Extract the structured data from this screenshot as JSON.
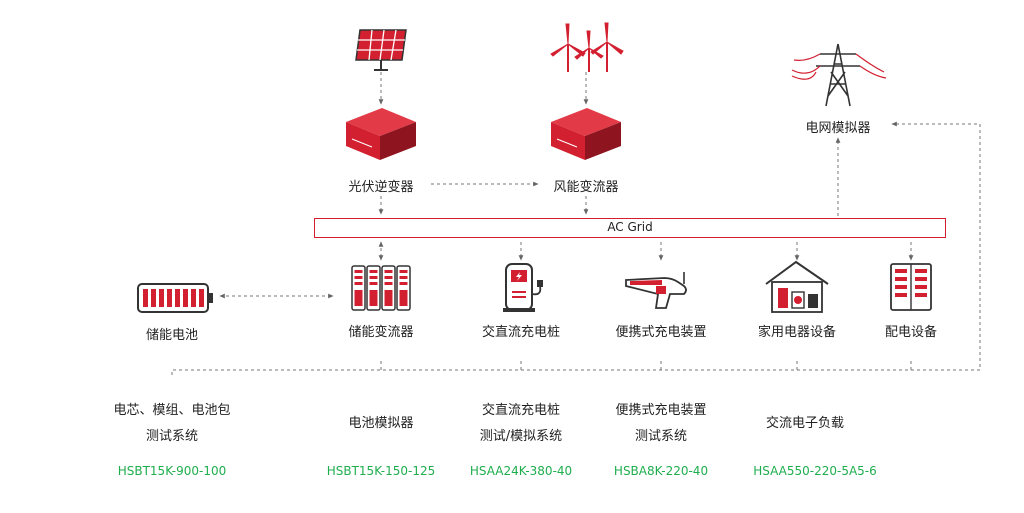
{
  "colors": {
    "accent": "#d32030",
    "dark": "#333333",
    "model_text": "#1fae4e",
    "connector": "#777777"
  },
  "grid": {
    "label": "AC Grid"
  },
  "sources": [
    {
      "icon": "solar-panel-icon",
      "device_icon": "inverter-box-icon",
      "label": "光伏逆变器"
    },
    {
      "icon": "wind-turbine-icon",
      "device_icon": "converter-box-icon",
      "label": "风能变流器"
    }
  ],
  "grid_simulator": {
    "icon": "power-tower-icon",
    "label": "电网模拟器"
  },
  "battery": {
    "icon": "battery-icon",
    "label": "储能电池"
  },
  "loads": [
    {
      "icon": "server-cabinet-icon",
      "label": "储能变流器"
    },
    {
      "icon": "ev-charger-icon",
      "label": "交直流充电桩"
    },
    {
      "icon": "charging-gun-icon",
      "label": "便携式充电装置"
    },
    {
      "icon": "house-appliances-icon",
      "label": "家用电器设备"
    },
    {
      "icon": "distribution-cabinet-icon",
      "label": "配电设备"
    }
  ],
  "products": [
    {
      "lines": [
        "电芯、模组、电池包",
        "测试系统"
      ],
      "model": "HSBT15K-900-100"
    },
    {
      "lines": [
        "电池模拟器"
      ],
      "model": "HSBT15K-150-125"
    },
    {
      "lines": [
        "交直流充电桩",
        "测试/模拟系统"
      ],
      "model": "HSAA24K-380-40"
    },
    {
      "lines": [
        "便携式充电装置",
        "测试系统"
      ],
      "model": "HSBA8K-220-40"
    },
    {
      "lines": [
        "交流电子负载"
      ],
      "model": "HSAA550-220-5A5-6"
    }
  ]
}
